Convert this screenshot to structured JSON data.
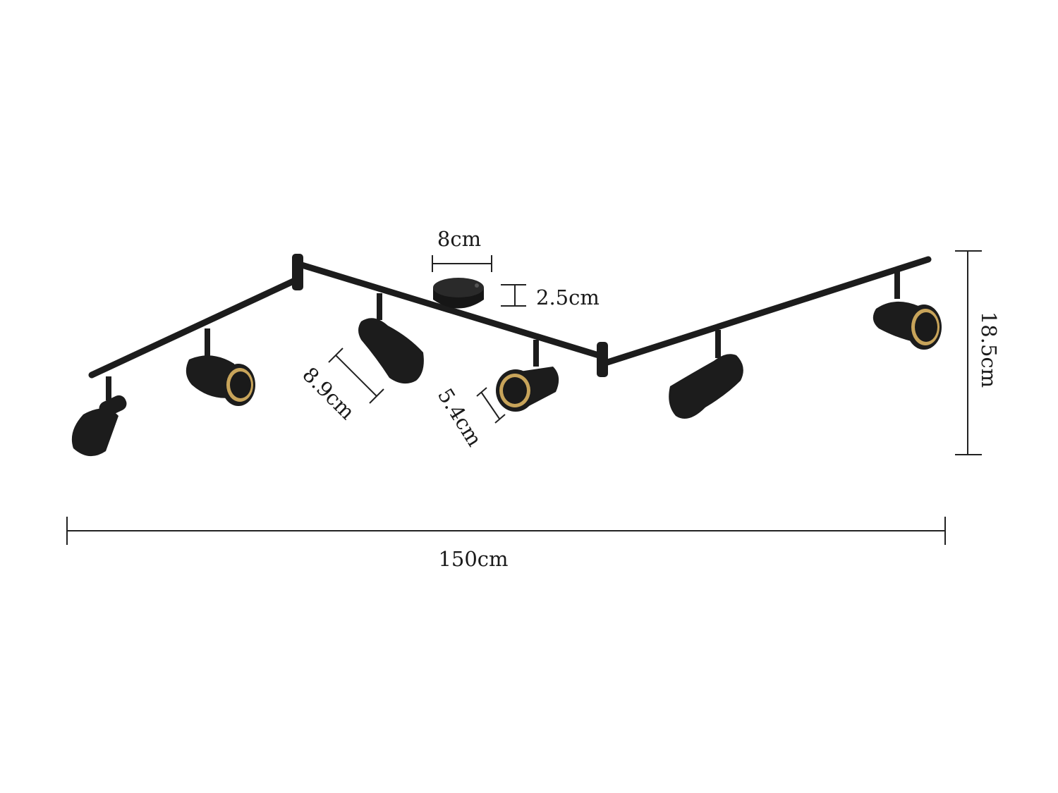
{
  "dimensions": {
    "mount_width": "8cm",
    "mount_height": "2.5cm",
    "shade_length": "8.9cm",
    "shade_diameter": "5.4cm",
    "total_height": "18.5cm",
    "total_length": "150cm"
  },
  "colors": {
    "fixture": "#1c1c1c",
    "bulb_ring": "#c8a45a",
    "dimension_line": "#222222"
  }
}
